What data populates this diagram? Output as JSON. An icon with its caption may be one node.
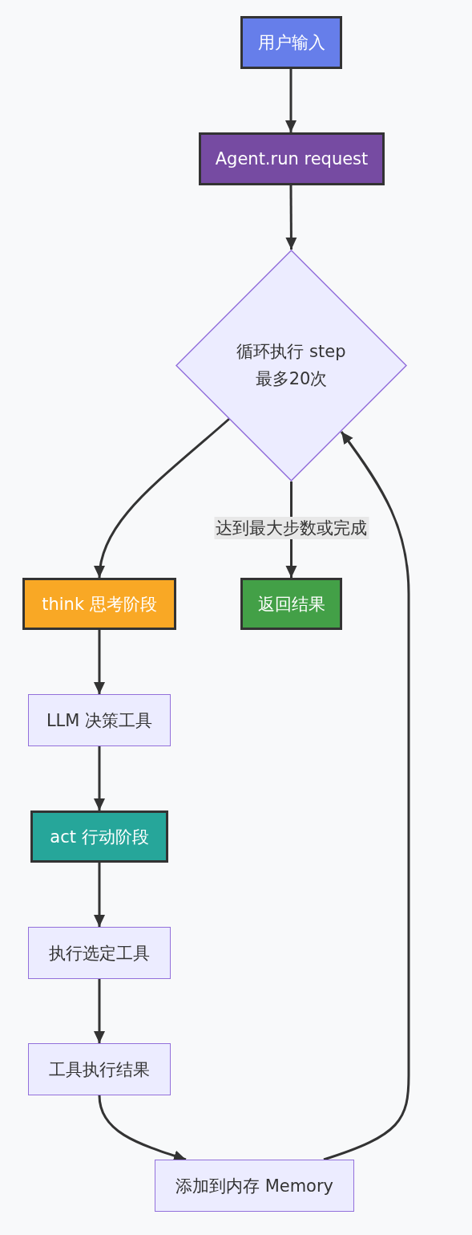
{
  "diagram": {
    "nodes": [
      {
        "text": [
          "用户输入"
        ]
      },
      {
        "text": [
          "Agent.run request"
        ]
      },
      {
        "text": [
          "循环执行 step 最多20次"
        ]
      },
      {
        "text": [
          "think 思考阶段"
        ]
      },
      {
        "text": [
          "返回结果"
        ]
      },
      {
        "text": [
          "LLM 决策工具"
        ]
      },
      {
        "text": [
          "act 行动阶段"
        ]
      },
      {
        "text": [
          "执行选定工具"
        ]
      },
      {
        "text": [
          "工具执行结果"
        ]
      },
      {
        "text": [
          "添加到内存 Memory"
        ]
      }
    ],
    "edges": [
      {
        "from": 0,
        "to": 1,
        "arrow": "to"
      },
      {
        "from": 1,
        "to": 2,
        "arrow": "to"
      },
      {
        "from": 2,
        "to": 3,
        "arrow": "to"
      },
      {
        "from": 2,
        "to": 4,
        "arrow": "to",
        "label": "达到最大步数或完成"
      },
      {
        "from": 3,
        "to": 5,
        "arrow": "to"
      },
      {
        "from": 5,
        "to": 6,
        "arrow": "to"
      },
      {
        "from": 6,
        "to": 7,
        "arrow": "to"
      },
      {
        "from": 7,
        "to": 8,
        "arrow": "to"
      },
      {
        "from": 8,
        "to": 9,
        "arrow": "to"
      },
      {
        "from": 9,
        "to": 2,
        "arrow": "to"
      }
    ]
  }
}
